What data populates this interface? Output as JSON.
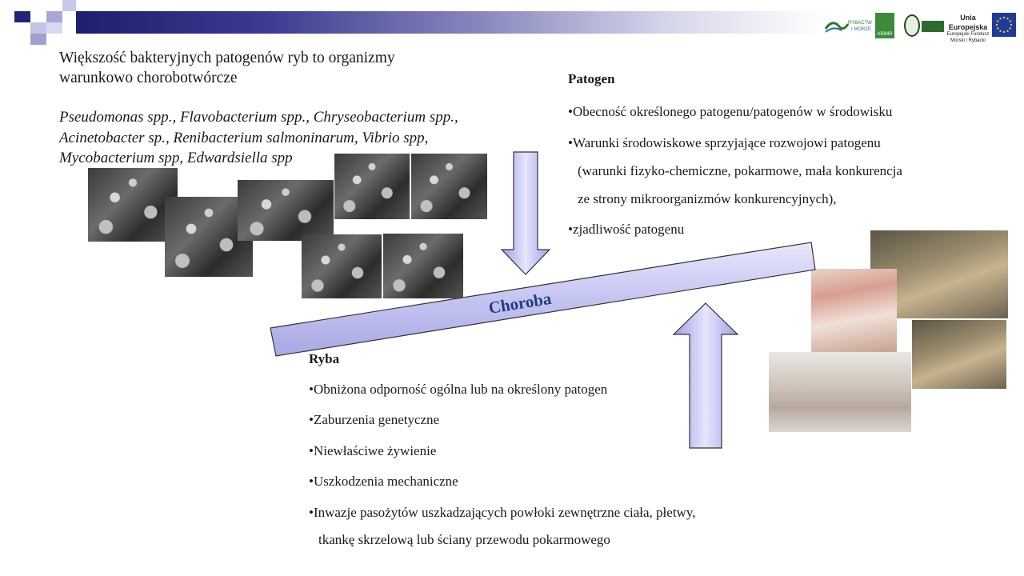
{
  "header": {
    "logos": [
      {
        "name": "rybactwo-i-morze-logo",
        "text": "RYBACTWO I MORZE"
      },
      {
        "name": "arimr-logo",
        "text": "ARiMR"
      },
      {
        "name": "program-operacyjny-logo",
        "text": ""
      },
      {
        "name": "unia-europejska-logo",
        "title": "Unia Europejska",
        "subtitle": "Europejski Fundusz Morski i Rybacki"
      }
    ]
  },
  "main": {
    "heading_line1": "Większość bakteryjnych patogenów ryb to organizmy",
    "heading_line2": "warunkowo chorobotwórcze",
    "species_line1": "Pseudomonas spp., Flavobacterium spp., Chryseobacterium spp.,",
    "species_line2": "Acinetobacter sp., Renibacterium salmoninarum,  Vibrio spp,",
    "species_line3": "Mycobacterium spp, Edwardsiella spp"
  },
  "patogen": {
    "title": "Patogen",
    "items": [
      "•Obecność określonego patogenu/patogenów w środowisku",
      "•Warunki środowiskowe sprzyjające rozwojowi patogenu",
      "(warunki fizyko-chemiczne, pokarmowe, mała konkurencja",
      "ze strony mikroorganizmów konkurencyjnych),",
      "•zjadliwość patogenu"
    ]
  },
  "balance": {
    "label": "Choroba"
  },
  "ryba": {
    "title": "Ryba",
    "items": [
      "•Obniżona odporność ogólna lub na określony patogen",
      "•Zaburzenia genetyczne",
      "•Niewłaściwe żywienie",
      "•Uszkodzenia mechaniczne",
      "•Inwazje pasożytów uszkadzających powłoki zewnętrzne ciała, płetwy,",
      "tkankę skrzelową lub ściany przewodu pokarmowego"
    ]
  },
  "colors": {
    "header_dark": "#1e1e6e",
    "arrow_fill": "#b8b8f0",
    "bar_fill": "#c8c8f4",
    "label_color": "#1f3f7a"
  }
}
